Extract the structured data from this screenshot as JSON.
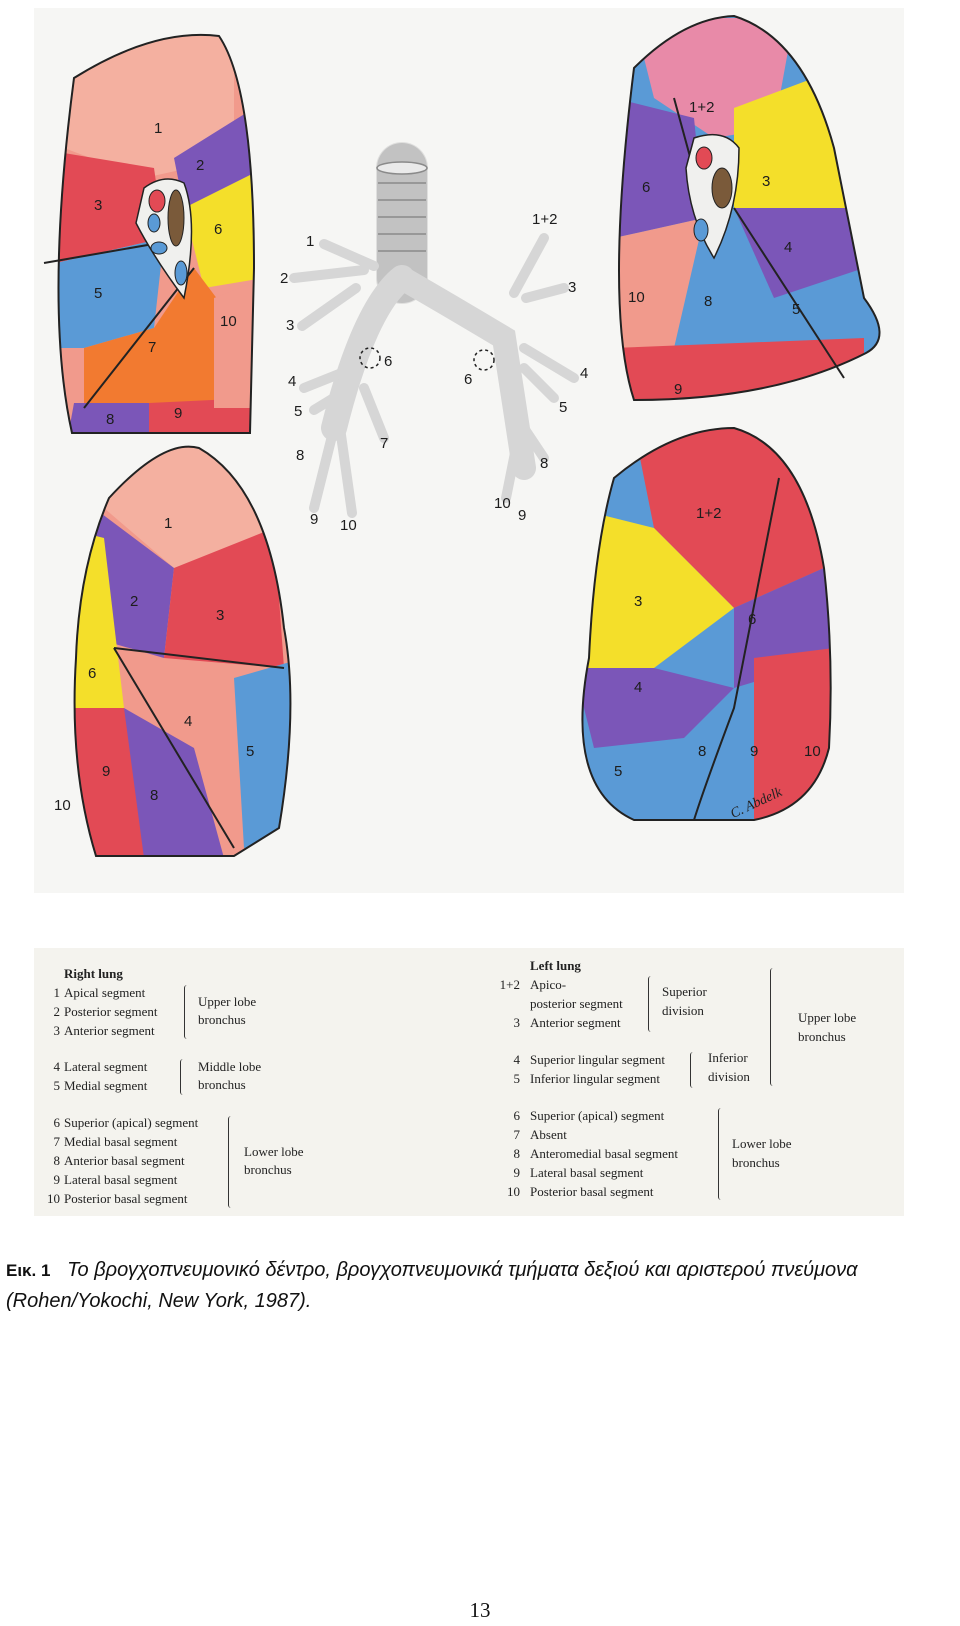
{
  "figure": {
    "segment_labels": {
      "right_lateral": [
        "1",
        "2",
        "3",
        "6",
        "5",
        "10",
        "7",
        "8",
        "9"
      ],
      "left_lateral": [
        "1+2",
        "3",
        "6",
        "4",
        "10",
        "8",
        "5",
        "9"
      ],
      "right_medial": [
        "1",
        "2",
        "3",
        "6",
        "4",
        "5",
        "9",
        "8",
        "10"
      ],
      "left_medial": [
        "1+2",
        "3",
        "6",
        "4",
        "8",
        "9",
        "10",
        "5"
      ],
      "bronchial_tree_right": [
        "1",
        "2",
        "3",
        "6",
        "4",
        "5",
        "7",
        "8",
        "9",
        "10"
      ],
      "bronchial_tree_left": [
        "1+2",
        "3",
        "6",
        "4",
        "5",
        "8",
        "10",
        "9"
      ]
    },
    "signature": "C. Abdelk",
    "colors": {
      "red": "#e24a55",
      "pink": "#f19a8c",
      "blue": "#5a9ad6",
      "purple": "#7b56b8",
      "yellow": "#f4df2a",
      "orange": "#f27a30",
      "bronchus": "#dcdcdc"
    }
  },
  "legend": {
    "right": {
      "title": "Right lung",
      "items": [
        {
          "num": "1",
          "label": "Apical segment"
        },
        {
          "num": "2",
          "label": "Posterior segment"
        },
        {
          "num": "3",
          "label": "Anterior segment"
        },
        {
          "num": "4",
          "label": "Lateral segment"
        },
        {
          "num": "5",
          "label": "Medial segment"
        },
        {
          "num": "6",
          "label": "Superior (apical) segment"
        },
        {
          "num": "7",
          "label": "Medial basal segment"
        },
        {
          "num": "8",
          "label": "Anterior basal segment"
        },
        {
          "num": "9",
          "label": "Lateral basal segment"
        },
        {
          "num": "10",
          "label": "Posterior basal segment"
        }
      ],
      "groups": [
        {
          "line1": "Upper lobe",
          "line2": "bronchus"
        },
        {
          "line1": "Middle lobe",
          "line2": "bronchus"
        },
        {
          "line1": "Lower lobe",
          "line2": "bronchus"
        }
      ]
    },
    "left": {
      "title": "Left lung",
      "items": [
        {
          "num": "1+2",
          "label": "Apico-"
        },
        {
          "num": "",
          "label": "posterior segment"
        },
        {
          "num": "3",
          "label": "Anterior segment"
        },
        {
          "num": "4",
          "label": "Superior lingular segment"
        },
        {
          "num": "5",
          "label": "Inferior lingular segment"
        },
        {
          "num": "6",
          "label": "Superior (apical) segment"
        },
        {
          "num": "7",
          "label": "Absent"
        },
        {
          "num": "8",
          "label": "Anteromedial basal segment"
        },
        {
          "num": "9",
          "label": "Lateral basal segment"
        },
        {
          "num": "10",
          "label": "Posterior basal segment"
        }
      ],
      "groups": [
        {
          "line1": "Superior",
          "line2": "division"
        },
        {
          "line1": "Inferior",
          "line2": "division"
        },
        {
          "line1": "Upper lobe",
          "line2": "bronchus"
        },
        {
          "line1": "Lower lobe",
          "line2": "bronchus"
        }
      ]
    }
  },
  "caption": {
    "label": "Εικ. 1",
    "text": "Το βρογχοπνευμονικό δέντρο, βρογχοπνευμονικά τμήματα δεξιού και αριστερού πνεύμονα (Rohen/Yokochi, New York, 1987)."
  },
  "page_number": "13"
}
